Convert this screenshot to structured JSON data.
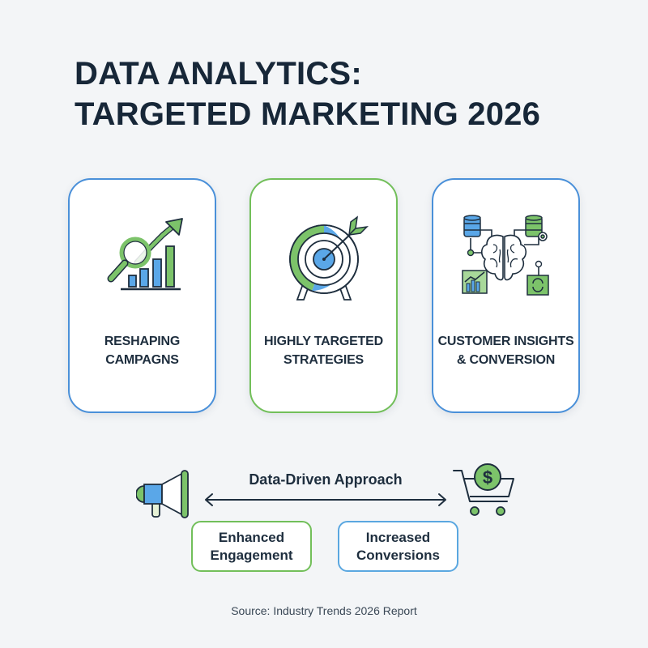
{
  "title": {
    "line1": "DATA ANALYTICS:",
    "line2": "TARGETED MARKETING 2026"
  },
  "cards": [
    {
      "label_line1": "RESHAPING",
      "label_line2": "CAMPAGNS",
      "icon": "magnifier-bar-chart-icon",
      "border_color": "#4a90d9"
    },
    {
      "label_line1": "HIGHLY TARGETED",
      "label_line2": "STRATEGIES",
      "icon": "target-arrow-icon",
      "border_color": "#72bf5a"
    },
    {
      "label_line1": "CUSTOMER INSIGHTS",
      "label_line2": "& CONVERSION",
      "icon": "brain-network-icon",
      "border_color": "#4a90d9"
    }
  ],
  "flow": {
    "left_icon": "megaphone-icon",
    "right_icon": "shopping-cart-dollar-icon",
    "arrow_label": "Data-Driven Approach",
    "outcomes": [
      {
        "line1": "Enhanced",
        "line2": "Engagement",
        "border_color": "#72bf5a"
      },
      {
        "line1": "Increased",
        "line2": "Conversions",
        "border_color": "#5aa7e0"
      }
    ]
  },
  "source": "Source: Industry Trends 2026 Report",
  "colors": {
    "navy": "#172738",
    "blue": "#4a90d9",
    "green": "#72bf5a",
    "background": "#f3f5f7"
  }
}
